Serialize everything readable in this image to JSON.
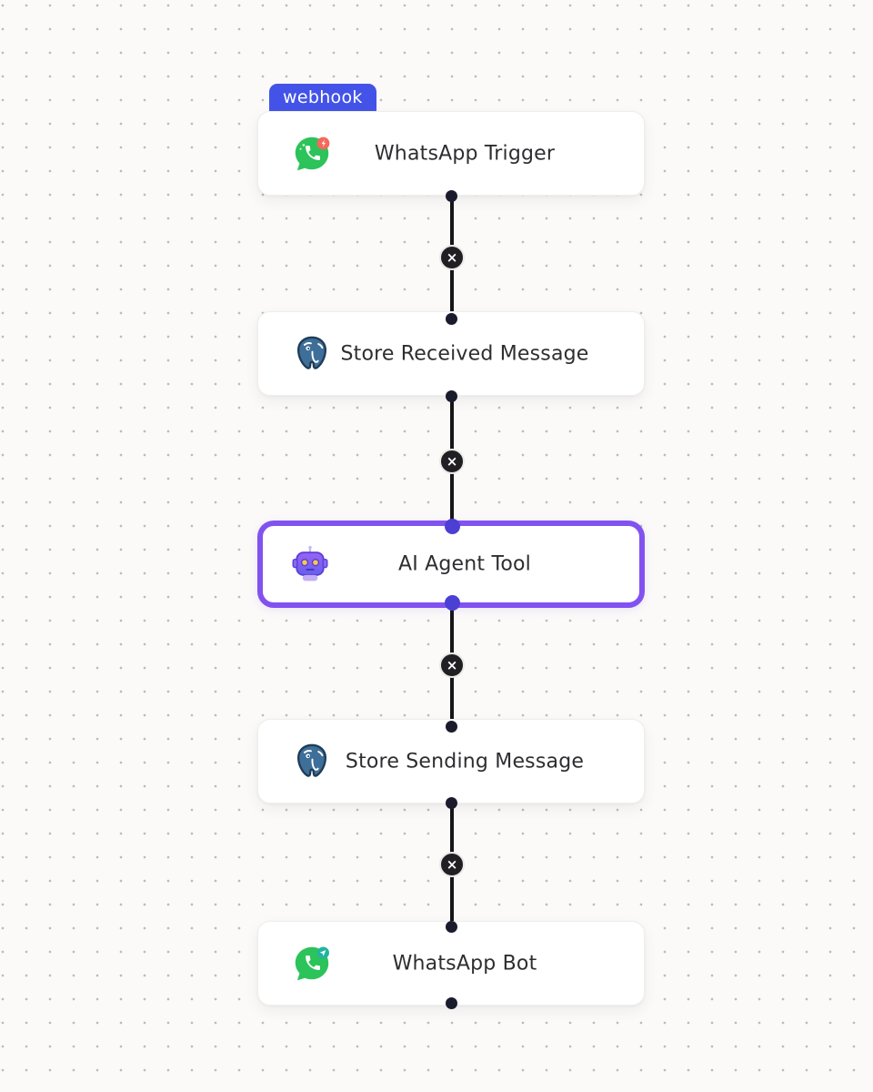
{
  "canvas": {
    "type": "workflow-editor",
    "background_color": "#fbfaf8",
    "grid_dot_color": "#bdbcba",
    "accent_selected_border": "#8152f0",
    "trigger_badge_color": "#4353e8",
    "connector_color": "#161618",
    "port_color": "#1b1b2e",
    "port_color_selected": "#4c3fd4",
    "whatsapp_green": "#2cc35a",
    "postgres_blue": "#3d6f99",
    "robot_purple": "#8b5cf6"
  },
  "trigger_badge": {
    "label": "webhook"
  },
  "nodes": [
    {
      "label": "WhatsApp Trigger",
      "icon": "whatsapp-trigger-icon",
      "selected": false
    },
    {
      "label": "Store Received Message",
      "icon": "postgresql-icon",
      "selected": false
    },
    {
      "label": "AI Agent Tool",
      "icon": "robot-icon",
      "selected": true
    },
    {
      "label": "Store Sending Message",
      "icon": "postgresql-icon",
      "selected": false
    },
    {
      "label": "WhatsApp Bot",
      "icon": "whatsapp-bot-icon",
      "selected": false
    }
  ],
  "connector": {
    "delete_symbol": "×",
    "count": 4
  }
}
